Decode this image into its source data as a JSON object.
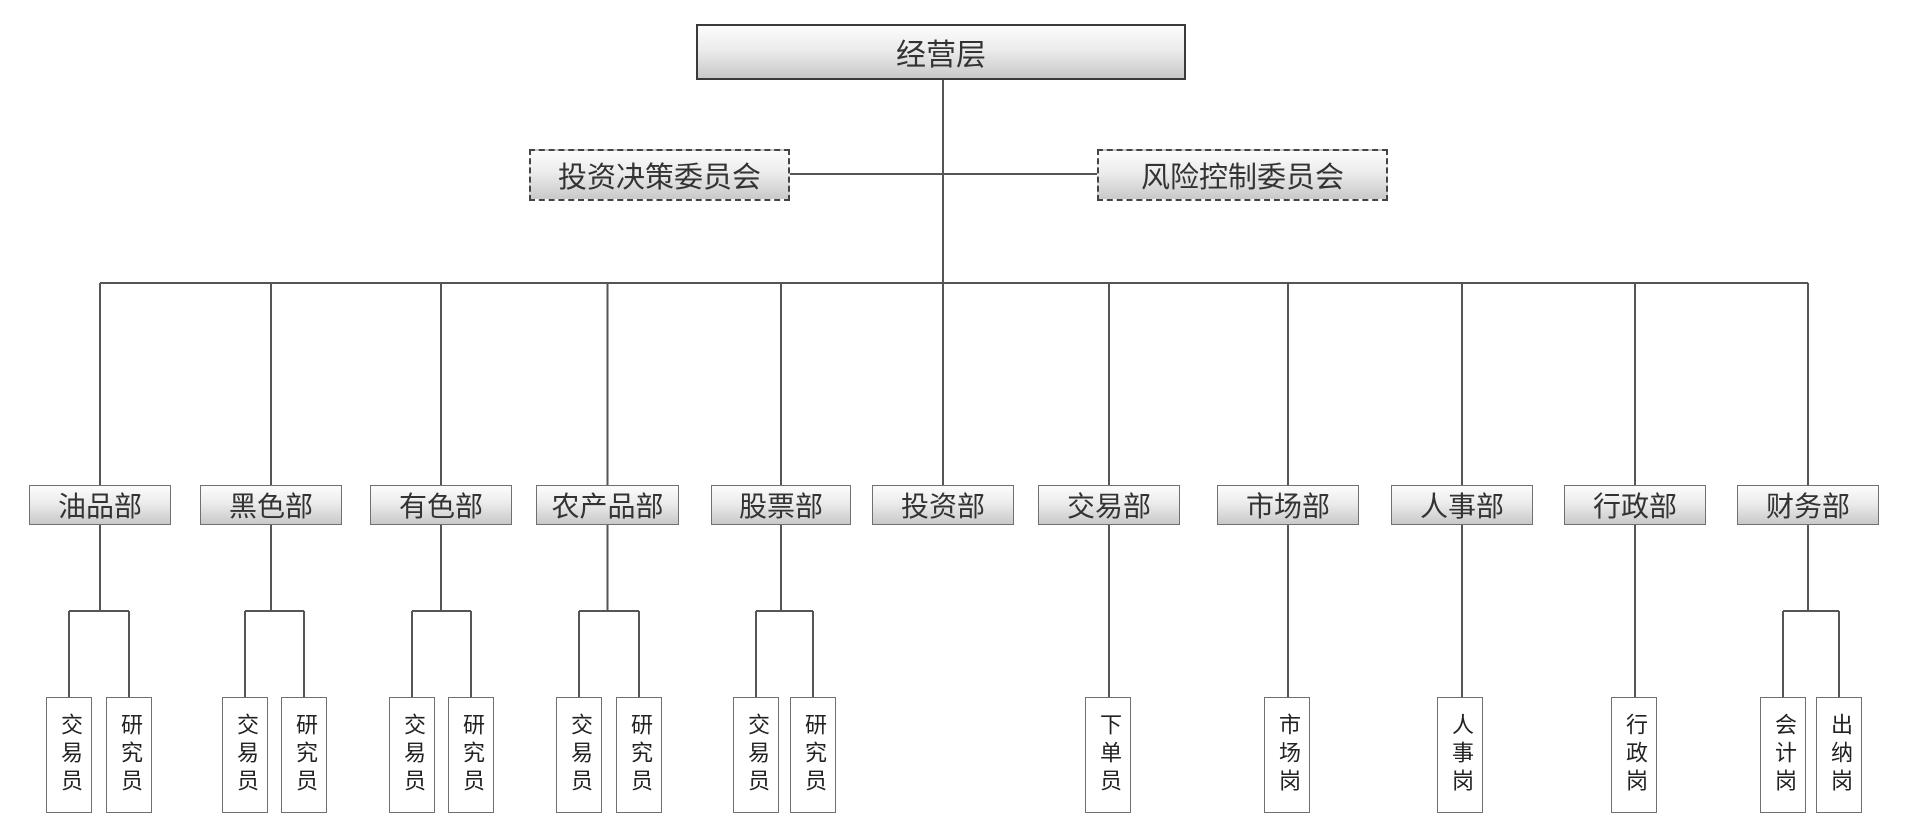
{
  "colors": {
    "line": "#555555",
    "border": "#707070",
    "text": "#333333"
  },
  "top": {
    "label": "经营层"
  },
  "committees": [
    {
      "label": "投资决策委员会"
    },
    {
      "label": "风险控制委员会"
    }
  ],
  "departments": [
    {
      "label": "油品部",
      "roles": [
        "交易员",
        "研究员"
      ]
    },
    {
      "label": "黑色部",
      "roles": [
        "交易员",
        "研究员"
      ]
    },
    {
      "label": "有色部",
      "roles": [
        "交易员",
        "研究员"
      ]
    },
    {
      "label": "农产品部",
      "roles": [
        "交易员",
        "研究员"
      ]
    },
    {
      "label": "股票部",
      "roles": [
        "交易员",
        "研究员"
      ]
    },
    {
      "label": "投资部",
      "roles": []
    },
    {
      "label": "交易部",
      "roles": [
        "下单员"
      ]
    },
    {
      "label": "市场部",
      "roles": [
        "市场岗"
      ]
    },
    {
      "label": "人事部",
      "roles": [
        "人事岗"
      ]
    },
    {
      "label": "行政部",
      "roles": [
        "行政岗"
      ]
    },
    {
      "label": "财务部",
      "roles": [
        "会计岗",
        "出纳岗"
      ]
    }
  ]
}
